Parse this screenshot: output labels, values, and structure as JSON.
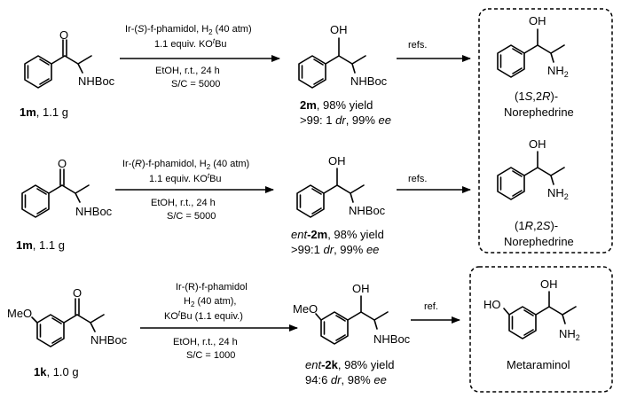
{
  "atoms": {
    "oxygen": "O",
    "hydroxyl": "OH",
    "nhboc": "NHBoc",
    "amine_n": "NH",
    "amine_sub": "2",
    "methoxy": "MeO",
    "hydroxy_left": "HO"
  },
  "row1": {
    "cond_line1_a": "Ir-(",
    "cond_line1_b": "S",
    "cond_line1_c": ")-f-phamidol, H",
    "cond_line1_sub": "2",
    "cond_line1_d": " (40 atm)",
    "cond_line2_a": "1.1 equiv. KO",
    "cond_line2_sup": "t",
    "cond_line2_b": "Bu",
    "cond_line3": "EtOH, r.t., 24 h",
    "cond_line4": "S/C = 5000",
    "sm_label_bold": "1m",
    "sm_label_rest": ", 1.1 g",
    "prod_label_bold": "2m",
    "prod_label_rest": ", 98% yield",
    "prod_sel_a": ">99: 1 ",
    "prod_sel_dr": "dr",
    "prod_sel_b": ", 99% ",
    "prod_sel_ee": "ee",
    "refs": "refs.",
    "target_a": "(1",
    "target_s": "S",
    "target_b": ",2",
    "target_r": "R",
    "target_c": ")-",
    "target_name": "Norephedrine"
  },
  "row2": {
    "cond_line1_a": "Ir-(",
    "cond_line1_b": "R",
    "cond_line1_c": ")-f-phamidol, H",
    "cond_line1_sub": "2",
    "cond_line1_d": " (40 atm)",
    "cond_line2_a": "1.1 equiv. KO",
    "cond_line2_sup": "t",
    "cond_line2_b": "Bu",
    "cond_line3": "EtOH, r.t., 24 h",
    "cond_line4": "S/C = 5000",
    "sm_label_bold": "1m",
    "sm_label_rest": ", 1.1 g",
    "prod_label_ent": "ent",
    "prod_label_bold": "-2m",
    "prod_label_rest": ", 98% yield",
    "prod_sel_a": ">99:1 ",
    "prod_sel_dr": "dr",
    "prod_sel_b": ", 99% ",
    "prod_sel_ee": "ee",
    "refs": "refs.",
    "target_a": "(1",
    "target_r": "R",
    "target_b": ",2",
    "target_s": "S",
    "target_c": ")-",
    "target_name": "Norephedrine"
  },
  "row3": {
    "cond_line1": "Ir-(R)-f-phamidol",
    "cond_line2_a": "H",
    "cond_line2_sub": "2",
    "cond_line2_b": " (40 atm),",
    "cond_line3_a": "KO",
    "cond_line3_sup": "t",
    "cond_line3_b": "Bu (1.1 equiv.)",
    "cond_line4": "EtOH, r.t., 24 h",
    "cond_line5": "S/C = 1000",
    "sm_label_bold": "1k",
    "sm_label_rest": ", 1.0 g",
    "prod_label_ent": "ent",
    "prod_label_bold": "-2k",
    "prod_label_rest": ", 98% yield",
    "prod_sel_a": "94:6 ",
    "prod_sel_dr": "dr",
    "prod_sel_b": ", 98% ",
    "prod_sel_ee": "ee",
    "ref": "ref.",
    "target_name": "Metaraminol"
  }
}
